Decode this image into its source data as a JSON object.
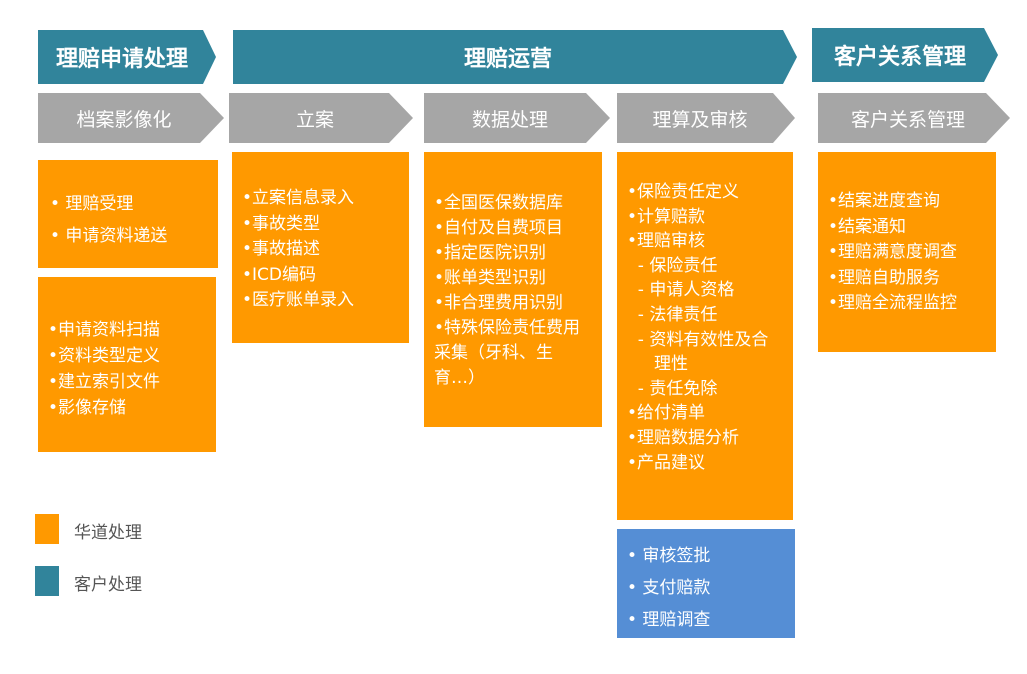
{
  "colors": {
    "teal": "#31849B",
    "gray": "#A6A6A6",
    "orange": "#FF9900",
    "blue": "#558ED5"
  },
  "phases": {
    "claim_application": "理赔申请处理",
    "claim_operations": "理赔运营",
    "customer_relations": "客户关系管理"
  },
  "stages": {
    "archive_imaging": "档案影像化",
    "registration": "立案",
    "data_processing": "数据处理",
    "adjustment_review": "理算及审核",
    "customer_relations": "客户关系管理"
  },
  "boxes": {
    "claim_intake": [
      "• 理赔受理",
      "• 申请资料递送"
    ],
    "scanning": [
      "•申请资料扫描",
      "•资料类型定义",
      "•建立索引文件",
      "•影像存储"
    ],
    "registration": [
      "•立案信息录入",
      "•事故类型",
      "•事故描述",
      "•ICD编码",
      "•医疗账单录入"
    ],
    "data_processing": [
      "•全国医保数据库",
      "•自付及自费项目",
      "•指定医院识别",
      "•账单类型识别",
      "•非合理费用识别",
      "•特殊保险责任费用",
      "采集（牙科、生",
      "育…）"
    ],
    "adjustment": [
      "•保险责任定义",
      "•计算赔款",
      "•理赔审核",
      "  - 保险责任",
      "  - 申请人资格",
      "  - 法律责任",
      "  - 资料有效性及合",
      "     理性",
      "  - 责任免除",
      "•给付清单",
      "•理赔数据分析",
      "•产品建议"
    ],
    "approval": [
      "• 审核签批",
      "• 支付赔款",
      "• 理赔调查"
    ],
    "crm": [
      "•结案进度查询",
      "•结案通知",
      "•理赔满意度调查",
      "•理赔自助服务",
      "•理赔全流程监控"
    ]
  },
  "legend": {
    "huadao": "华道处理",
    "customer": "客户处理"
  }
}
